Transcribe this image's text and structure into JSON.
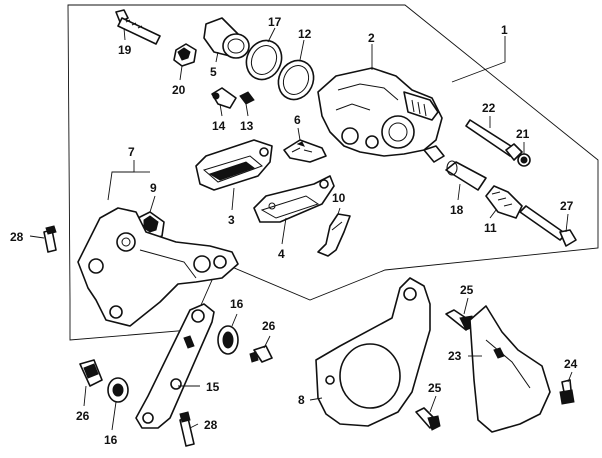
{
  "callouts": {
    "c1": "1",
    "c2": "2",
    "c5": "5",
    "c6": "6",
    "c7": "7",
    "c8": "8",
    "c9": "9",
    "c10": "10",
    "c11": "11",
    "c12": "12",
    "c13": "13",
    "c14": "14",
    "c15": "15",
    "c16a": "16",
    "c16b": "16",
    "c17": "17",
    "c18": "18",
    "c19": "19",
    "c20": "20",
    "c21": "21",
    "c22": "22",
    "c23": "23",
    "c24": "24",
    "c25a": "25",
    "c25b": "25",
    "c26a": "26",
    "c26b": "26",
    "c27": "27",
    "c28a": "28",
    "c28b": "28",
    "c3": "3",
    "c4": "4"
  }
}
